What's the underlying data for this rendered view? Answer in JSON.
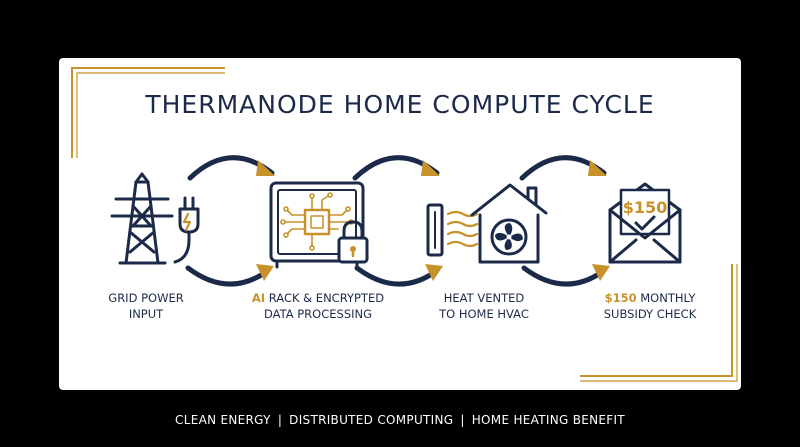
{
  "title": "THERMANODE HOME COMPUTE CYCLE",
  "colors": {
    "navy": "#1c2a4a",
    "gold": "#c8922a",
    "background": "#000000",
    "card": "#ffffff"
  },
  "stages": [
    {
      "icon": "power-tower-plug-icon",
      "label_line1": "GRID POWER",
      "label_line2": "INPUT"
    },
    {
      "icon": "ai-server-rack-lock-icon",
      "label_highlight": "AI",
      "label_line1_rest": " RACK & ENCRYPTED",
      "label_line2": "DATA PROCESSING"
    },
    {
      "icon": "heat-vent-house-fan-icon",
      "label_line1": "HEAT VENTED",
      "label_line2": "TO HOME HVAC"
    },
    {
      "icon": "envelope-check-icon",
      "envelope_amount": "$150",
      "label_highlight": "$150",
      "label_line1_rest": " MONTHLY",
      "label_line2": "SUBSIDY CHECK"
    }
  ],
  "footer": {
    "items": [
      "CLEAN ENERGY",
      "DISTRIBUTED COMPUTING",
      "HOME HEATING BENEFIT"
    ],
    "separator": "|"
  }
}
